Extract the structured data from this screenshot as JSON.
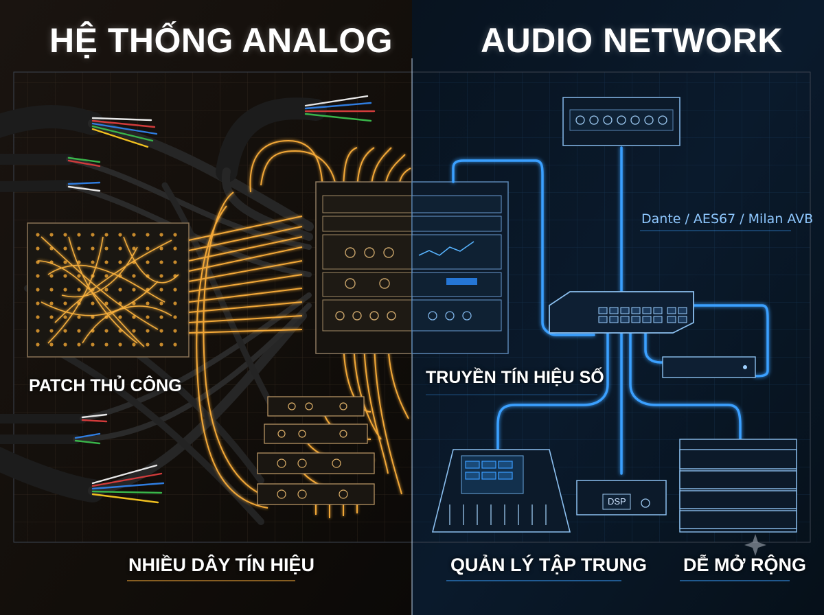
{
  "left_panel": {
    "title": "HỆ THỐNG ANALOG",
    "patch_label": "PATCH THỦ CÔNG",
    "bottom_label": "NHIỀU DÂY TÍN HIỆU",
    "glow_color": "#f5a623"
  },
  "right_panel": {
    "title": "AUDIO NETWORK",
    "protocols": "Dante / AES67 / Milan AVB",
    "digital_label": "TRUYỀN TÍN HIỆU SỐ",
    "bottom_label_1": "QUẢN LÝ TẬP TRUNG",
    "bottom_label_2": "DỄ MỞ RỘNG",
    "glow_color": "#3aa0ff"
  },
  "devices": {
    "dsp_label": "DSP"
  }
}
